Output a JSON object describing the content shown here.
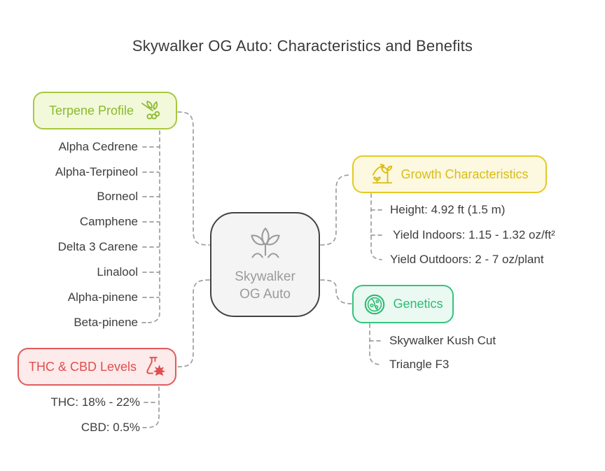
{
  "title": "Skywalker OG Auto: Characteristics and Benefits",
  "center_node": {
    "line1": "Skywalker",
    "line2": "OG Auto",
    "icon": "sprout-icon",
    "fill": "#f4f4f4",
    "border_color": "#424242",
    "text_color": "#9b9b9b"
  },
  "connector_color": "#9e9e9e",
  "branches": {
    "terpene_profile": {
      "label": "Terpene Profile",
      "icon": "hops-berries-icon",
      "text_color": "#8cb92e",
      "border_color": "#a9c83d",
      "fill": "#f2f9da",
      "items": [
        "Alpha Cedrene",
        "Alpha-Terpineol",
        "Borneol",
        "Camphene",
        "Delta 3 Carene",
        "Linalool",
        "Alpha-pinene",
        "Beta-pinene"
      ]
    },
    "thc_cbd_levels": {
      "label": "THC & CBD Levels",
      "icon": "flask-cannabis-leaf-icon",
      "text_color": "#e04f4f",
      "border_color": "#e15b5b",
      "fill": "#fdeaea",
      "items": [
        "THC: 18% - 22%",
        "CBD: 0.5%"
      ]
    },
    "growth_characteristics": {
      "label": "Growth Characteristics",
      "icon": "growing-plant-arrow-icon",
      "text_color": "#d9bd12",
      "border_color": "#e4ca25",
      "fill": "#fdf8e0",
      "items": [
        "Height: 4.92 ft (1.5 m)",
        "Yield Indoors: 1.15 - 1.32 oz/ft²",
        "Yield Outdoors: 2 - 7 oz/plant"
      ]
    },
    "genetics": {
      "label": "Genetics",
      "icon": "cell-culture-icon",
      "text_color": "#2dbb72",
      "border_color": "#37c27e",
      "fill": "#eafaf2",
      "items": [
        "Skywalker Kush Cut",
        "Triangle F3"
      ]
    }
  }
}
